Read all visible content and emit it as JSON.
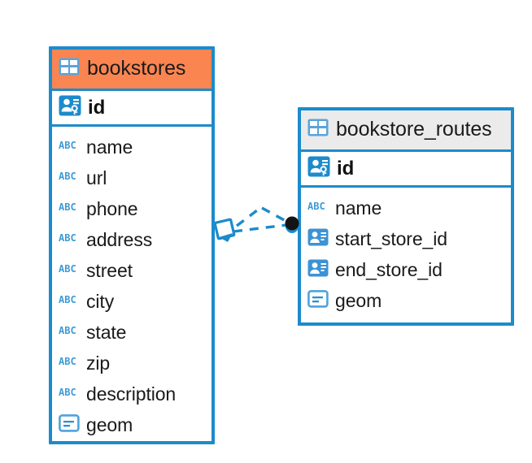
{
  "diagram": {
    "type": "entity-relationship-diagram",
    "background_color": "#FFFFFF",
    "accent_blue": "#1C8BCB",
    "accent_orange": "#FA8551",
    "header_gray": "#EBEBEB"
  },
  "entities": [
    {
      "name": "bookstores",
      "header_color": "#FA8551",
      "primary_key": {
        "label": "id",
        "icon": "primary-key-icon"
      },
      "fields": [
        {
          "label": "name",
          "icon": "abc-text-icon"
        },
        {
          "label": "url",
          "icon": "abc-text-icon"
        },
        {
          "label": "phone",
          "icon": "abc-text-icon"
        },
        {
          "label": "address",
          "icon": "abc-text-icon"
        },
        {
          "label": "street",
          "icon": "abc-text-icon"
        },
        {
          "label": "city",
          "icon": "abc-text-icon"
        },
        {
          "label": "state",
          "icon": "abc-text-icon"
        },
        {
          "label": "zip",
          "icon": "abc-text-icon"
        },
        {
          "label": "description",
          "icon": "abc-text-icon"
        },
        {
          "label": "geom",
          "icon": "geometry-icon"
        }
      ]
    },
    {
      "name": "bookstore_routes",
      "header_color": "#EBEBEB",
      "primary_key": {
        "label": "id",
        "icon": "primary-key-icon"
      },
      "fields": [
        {
          "label": "name",
          "icon": "abc-text-icon"
        },
        {
          "label": "start_store_id",
          "icon": "foreign-key-icon"
        },
        {
          "label": "end_store_id",
          "icon": "foreign-key-icon"
        },
        {
          "label": "geom",
          "icon": "geometry-icon"
        }
      ]
    }
  ],
  "relationship": {
    "from_entity": "bookstores",
    "to_entity": "bookstore_routes",
    "line_style": "dashed",
    "line_color": "#1C8BCB",
    "source_marker": "diamond-marker",
    "target_marker": "filled-circle-marker",
    "target_marker_color": "#111111"
  }
}
